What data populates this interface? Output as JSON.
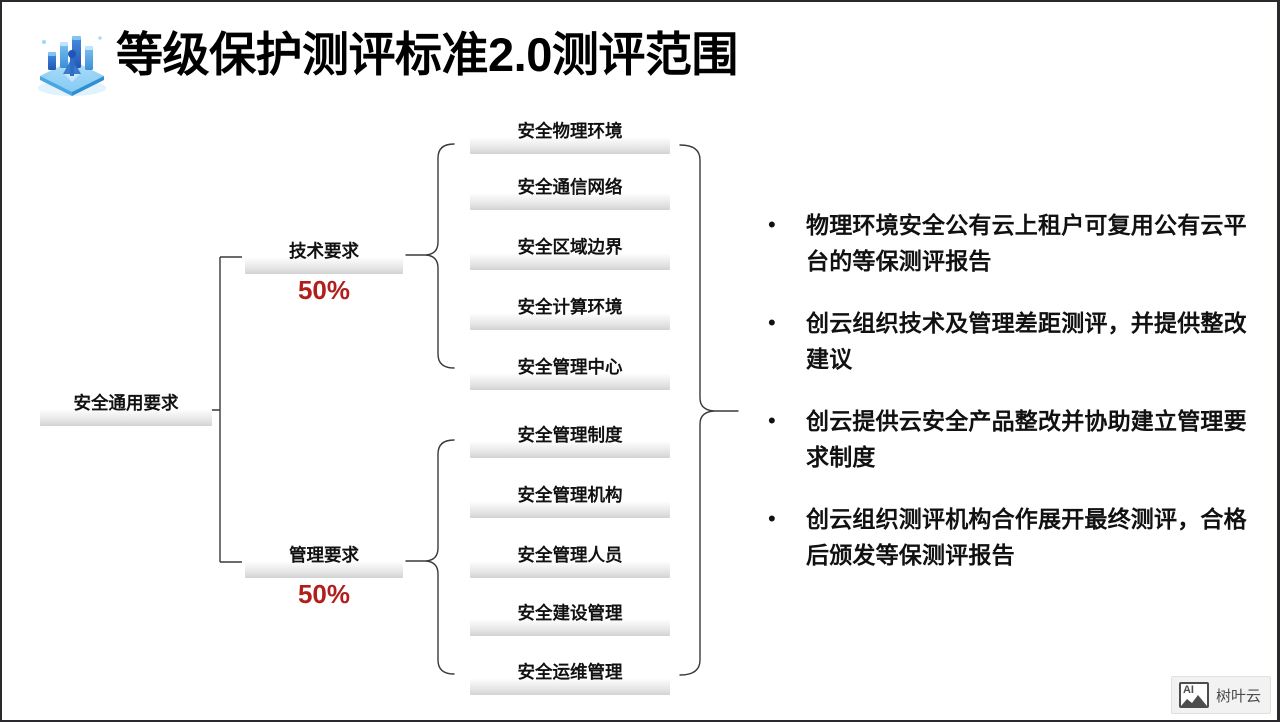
{
  "header": {
    "title": "等级保护测评标准2.0测评范围",
    "logo_icon": "isometric-cloud-city-icon"
  },
  "diagram": {
    "root": {
      "label": "安全通用要求"
    },
    "branches": [
      {
        "label": "技术要求",
        "percent": "50%"
      },
      {
        "label": "管理要求",
        "percent": "50%"
      }
    ],
    "technical_items": [
      {
        "label": "安全物理环境"
      },
      {
        "label": "安全通信网络"
      },
      {
        "label": "安全区域边界"
      },
      {
        "label": "安全计算环境"
      },
      {
        "label": "安全管理中心"
      }
    ],
    "management_items": [
      {
        "label": "安全管理制度"
      },
      {
        "label": "安全管理机构"
      },
      {
        "label": "安全管理人员"
      },
      {
        "label": "安全建设管理"
      },
      {
        "label": "安全运维管理"
      }
    ]
  },
  "bullets": {
    "marker": "•",
    "items": [
      {
        "text": "物理环境安全公有云上租户可复用公有云平台的等保测评报告"
      },
      {
        "text": "创云组织技术及管理差距测评，并提供整改建议"
      },
      {
        "text": "创云提供云安全产品整改并协助建立管理要求制度"
      },
      {
        "text": "创云组织测评机构合作展开最终测评，合格后颁发等保测评报告"
      }
    ]
  },
  "watermark": {
    "icon": "ai-image-icon",
    "icon_text": "AI",
    "label": "树叶云"
  },
  "colors": {
    "percent_red": "#B01F1C",
    "text_black": "#111111",
    "shelf_gray": "#e2e2e2",
    "border_dark": "#2a2a2e"
  }
}
